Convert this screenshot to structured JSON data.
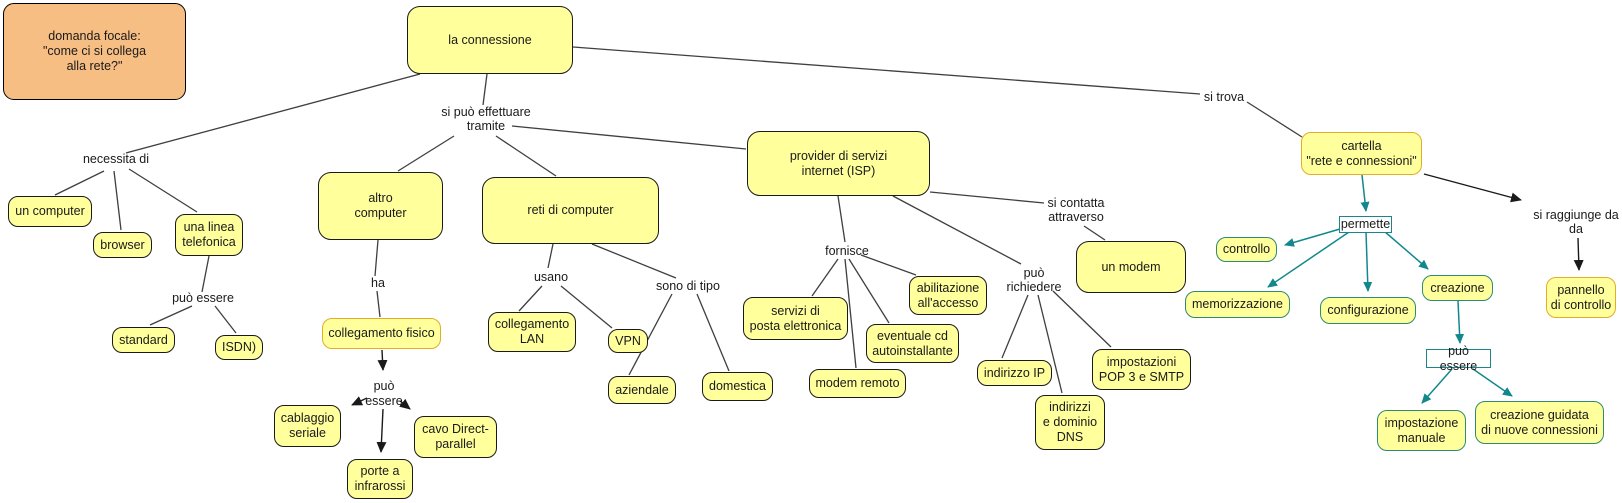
{
  "diagram": {
    "type": "concept-map",
    "language": "it",
    "topic": "la connessione"
  },
  "focus": {
    "label": "domanda focale:\n\"come ci si collega\nalla rete?\""
  },
  "nodes": {
    "la_connessione": {
      "label": "la connessione"
    },
    "un_computer": {
      "label": "un computer"
    },
    "browser": {
      "label": "browser"
    },
    "una_linea_telefonica": {
      "label": "una linea\ntelefonica"
    },
    "standard": {
      "label": "standard"
    },
    "isdn": {
      "label": "ISDN)"
    },
    "altro_computer": {
      "label": "altro\ncomputer"
    },
    "reti_di_computer": {
      "label": "reti di computer"
    },
    "collegamento_fisico": {
      "label": "collegamento fisico"
    },
    "cablaggio_seriale": {
      "label": "cablaggio\nseriale"
    },
    "porte_a_infrarossi": {
      "label": "porte a\ninfrarossi"
    },
    "cavo_direct_parallel": {
      "label": "cavo Direct-\nparallel"
    },
    "collegamento_lan": {
      "label": "collegamento\nLAN"
    },
    "vpn": {
      "label": "VPN"
    },
    "aziendale": {
      "label": "aziendale"
    },
    "domestica": {
      "label": "domestica"
    },
    "provider_isp": {
      "label": "provider di servizi\ninternet (ISP)"
    },
    "servizi_posta": {
      "label": "servizi di\nposta elettronica"
    },
    "abilitazione_accesso": {
      "label": "abilitazione\nall'accesso"
    },
    "eventuale_cd": {
      "label": "eventuale cd\nautoinstallante"
    },
    "modem_remoto": {
      "label": "modem remoto"
    },
    "un_modem": {
      "label": "un modem"
    },
    "indirizzo_ip": {
      "label": "indirizzo IP"
    },
    "indirizzi_dns": {
      "label": "indirizzi\ne dominio\nDNS"
    },
    "impostazioni_pop": {
      "label": "impostazioni\nPOP 3 e SMTP"
    },
    "cartella_rete": {
      "label": "cartella\n\"rete e connessioni\""
    },
    "permette": {
      "label": "permette"
    },
    "controllo": {
      "label": "controllo"
    },
    "memorizzazione": {
      "label": "memorizzazione"
    },
    "configurazione": {
      "label": "configurazione"
    },
    "creazione": {
      "label": "creazione"
    },
    "puo_essere_creazione": {
      "label": "può essere"
    },
    "impostazione_manuale": {
      "label": "impostazione\nmanuale"
    },
    "creazione_guidata": {
      "label": "creazione guidata\ndi nuove connessioni"
    },
    "pannello_controllo": {
      "label": "pannello\ndi controllo"
    }
  },
  "link_labels": {
    "necessita_di": {
      "label": "necessita di"
    },
    "si_puo_effettuare": {
      "label": "si può effettuare\ntramite"
    },
    "puo_essere_linea": {
      "label": "può essere"
    },
    "ha": {
      "label": "ha"
    },
    "puo_essere_fisico": {
      "label": "può\nessere"
    },
    "usano": {
      "label": "usano"
    },
    "sono_di_tipo": {
      "label": "sono di tipo"
    },
    "fornisce": {
      "label": "fornisce"
    },
    "si_contatta": {
      "label": "si contatta\nattraverso"
    },
    "puo_richiedere": {
      "label": "può\nrichiedere"
    },
    "si_trova": {
      "label": "si trova"
    },
    "si_raggiunge": {
      "label": "si raggiunge da\nda"
    }
  },
  "colors": {
    "node_fill": "#FFFF9C",
    "focus_fill": "#F7BE83",
    "gold_border": "#E2AD2B",
    "teal_border": "#2E8A70",
    "teal_label_border": "#19868E",
    "teal_arrow": "#12888C",
    "line": "#3F3F3F"
  }
}
